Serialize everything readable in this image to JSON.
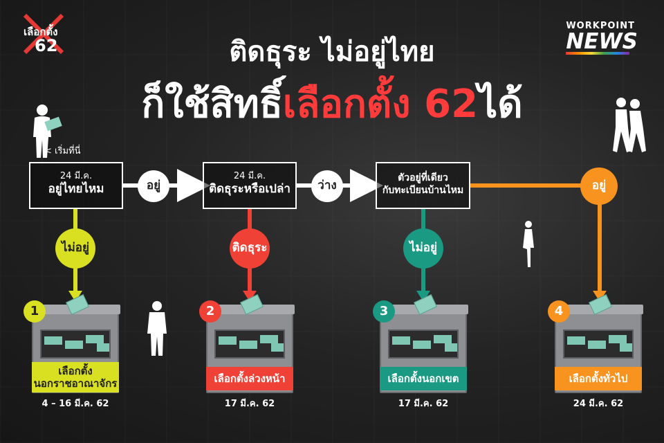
{
  "logo_left": {
    "text": "เลือกตั้ง",
    "num": "62"
  },
  "logo_right": {
    "top": "WORKPOINT",
    "big": "NEWS"
  },
  "title": {
    "line1": "ติดธุระ ไม่อยู่ไทย",
    "line2_white1": "ก็ใช้สิทธิ์",
    "line2_red": "เลือกตั้ง 62",
    "line2_white2": "ได้"
  },
  "start_label": "< เริ่มที่นี่",
  "questions": [
    {
      "date": "24 มี.ค.",
      "text": "อยู่ไทยไหม"
    },
    {
      "date": "24 มี.ค.",
      "text": "ติดธุระหรือเปล่า"
    },
    {
      "date": "ตัวอยู่ที่เดียว",
      "text": "กับทะเบียนบ้านไหม"
    }
  ],
  "connectors": [
    "อยู่",
    "ว่าง",
    "อยู่"
  ],
  "branches": [
    "ไม่อยู่",
    "ติดธุระ",
    "ไม่อยู่"
  ],
  "outcomes": [
    {
      "num": "1",
      "label_l1": "เลือกตั้ง",
      "label_l2": "นอกราชอาณาจักร",
      "date": "4 – 16 มี.ค. 62"
    },
    {
      "num": "2",
      "label_l1": "เลือกตั้งล่วงหน้า",
      "label_l2": "",
      "date": "17 มี.ค. 62"
    },
    {
      "num": "3",
      "label_l1": "เลือกตั้งนอกเขต",
      "label_l2": "",
      "date": "17 มี.ค. 62"
    },
    {
      "num": "4",
      "label_l1": "เลือกตั้งทั่วไป",
      "label_l2": "",
      "date": "24 มี.ค. 62"
    }
  ],
  "colors": {
    "yellow": "#d9e021",
    "red": "#ef4136",
    "teal": "#1a9a82",
    "orange": "#f7931e",
    "title_red": "#ff3b3b"
  }
}
